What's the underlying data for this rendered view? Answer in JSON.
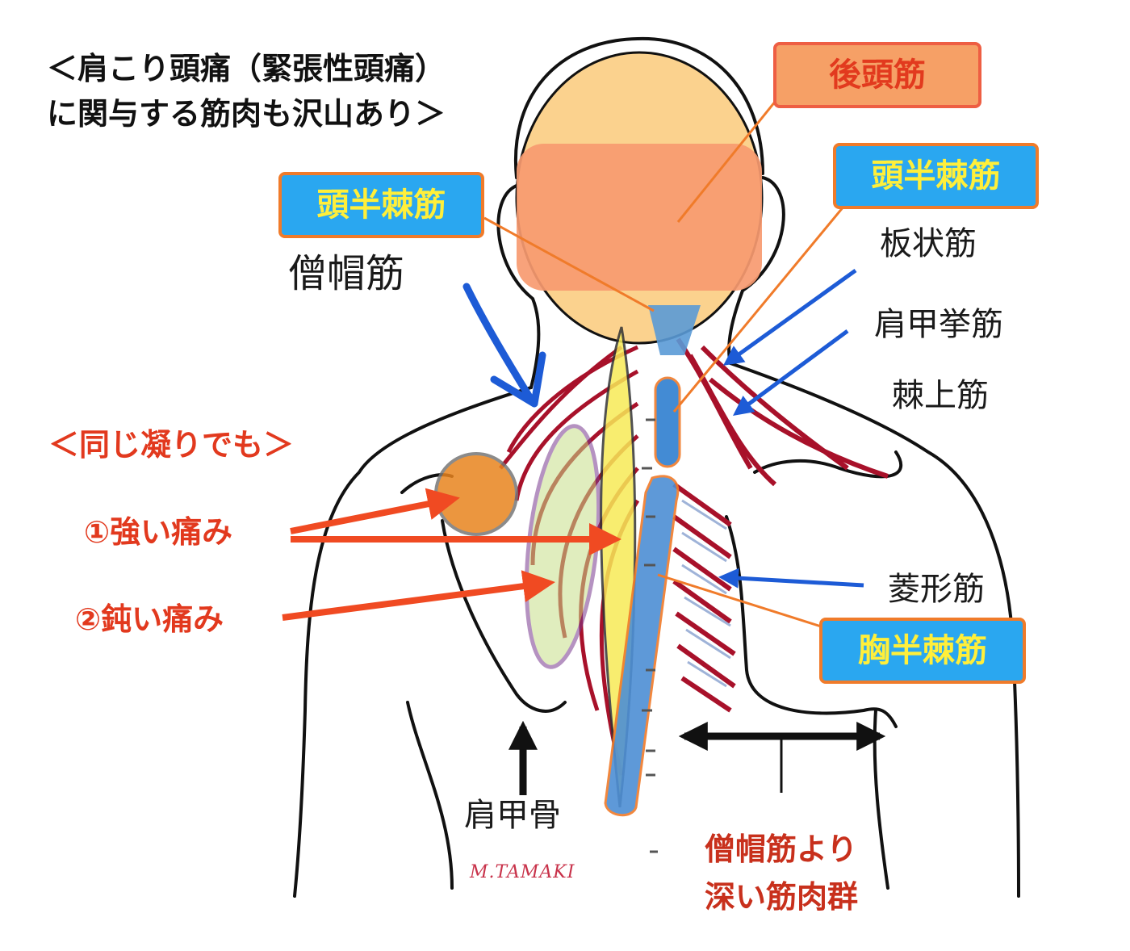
{
  "title": {
    "line1": "＜肩こり頭痛（緊張性頭痛）",
    "line2": "に関与する筋肉も沢山あり＞"
  },
  "labels": {
    "trapezius": "僧帽筋",
    "semispinalis_capitis_left": "頭半棘筋",
    "semispinalis_capitis_right": "頭半棘筋",
    "occipital": "後頭筋",
    "splenius": "板状筋",
    "levator_scapulae": "肩甲挙筋",
    "supraspinatus": "棘上筋",
    "rhomboid": "菱形筋",
    "semispinalis_thoracis": "胸半棘筋",
    "scapula": "肩甲骨"
  },
  "notes": {
    "same_stiffness": "＜同じ凝りでも＞",
    "strong_pain": "①強い痛み",
    "dull_pain": "②鈍い痛み",
    "deeper_line1": "僧帽筋より",
    "deeper_line2": "深い筋肉群"
  },
  "signature": "M.TAMAKI",
  "colors": {
    "label_box_fill": "#2aa7f0",
    "label_box_border": "#f07b2a",
    "label_box_text": "#ffef3a",
    "occipital_box_fill": "#f6a066",
    "accent_red": "#e2391e",
    "muscle_red": "#a8112a",
    "pointer_blue": "#1d5bd6"
  }
}
